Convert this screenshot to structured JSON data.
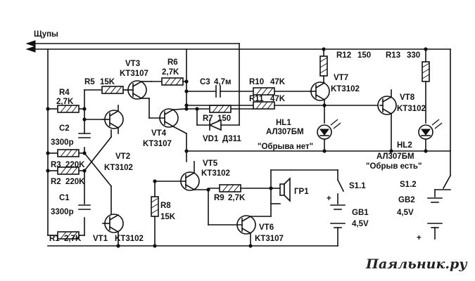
{
  "probes_label": "Щупы",
  "resistors": {
    "R1": {
      "ref": "R1",
      "value": "2,7K"
    },
    "R2": {
      "ref": "R2",
      "value": "220K"
    },
    "R3": {
      "ref": "R3",
      "value": "220K"
    },
    "R4": {
      "ref": "R4",
      "value": "2,7K"
    },
    "R5": {
      "ref": "R5",
      "value": "15K"
    },
    "R6": {
      "ref": "R6",
      "value": "2,7K"
    },
    "R7": {
      "ref": "R7",
      "value": "150"
    },
    "R8": {
      "ref": "R8",
      "value": "15K"
    },
    "R9": {
      "ref": "R9",
      "value": "2,7K"
    },
    "R10": {
      "ref": "R10",
      "value": "47K"
    },
    "R11": {
      "ref": "R11",
      "value": "47K"
    },
    "R12": {
      "ref": "R12",
      "value": "150"
    },
    "R13": {
      "ref": "R13",
      "value": "330"
    }
  },
  "capacitors": {
    "C1": {
      "ref": "C1",
      "value": "3300p"
    },
    "C2": {
      "ref": "C2",
      "value": "3300p"
    },
    "C3": {
      "ref": "C3",
      "value": "4,7м"
    }
  },
  "transistors": {
    "VT1": {
      "ref": "VT1",
      "type": "KT3102"
    },
    "VT2": {
      "ref": "VT2",
      "type": "KT3102"
    },
    "VT3": {
      "ref": "VT3",
      "type": "KT3107"
    },
    "VT4": {
      "ref": "VT4",
      "type": "KT3107"
    },
    "VT5": {
      "ref": "VT5",
      "type": "KT3102"
    },
    "VT6": {
      "ref": "VT6",
      "type": "KT3107"
    },
    "VT7": {
      "ref": "VT7",
      "type": "KT3102"
    },
    "VT8": {
      "ref": "VT8",
      "type": "KT3102"
    }
  },
  "diode": {
    "ref": "VD1",
    "type": "Д311"
  },
  "leds": {
    "HL1": {
      "ref": "HL1",
      "type": "АЛ307БМ",
      "caption": "\"Обрыва нет\""
    },
    "HL2": {
      "ref": "HL2",
      "type": "АЛ307БМ",
      "caption": "\"Обрыв есть\""
    }
  },
  "speaker": {
    "ref": "ГР1"
  },
  "switches": {
    "S11": "S1.1",
    "S12": "S1.2"
  },
  "batteries": {
    "GB1": {
      "ref": "GB1",
      "voltage": "4,5V"
    },
    "GB2": {
      "ref": "GB2",
      "voltage": "4,5V"
    }
  },
  "polarity": {
    "plus": "+"
  },
  "watermark": "Паяльник.ру"
}
